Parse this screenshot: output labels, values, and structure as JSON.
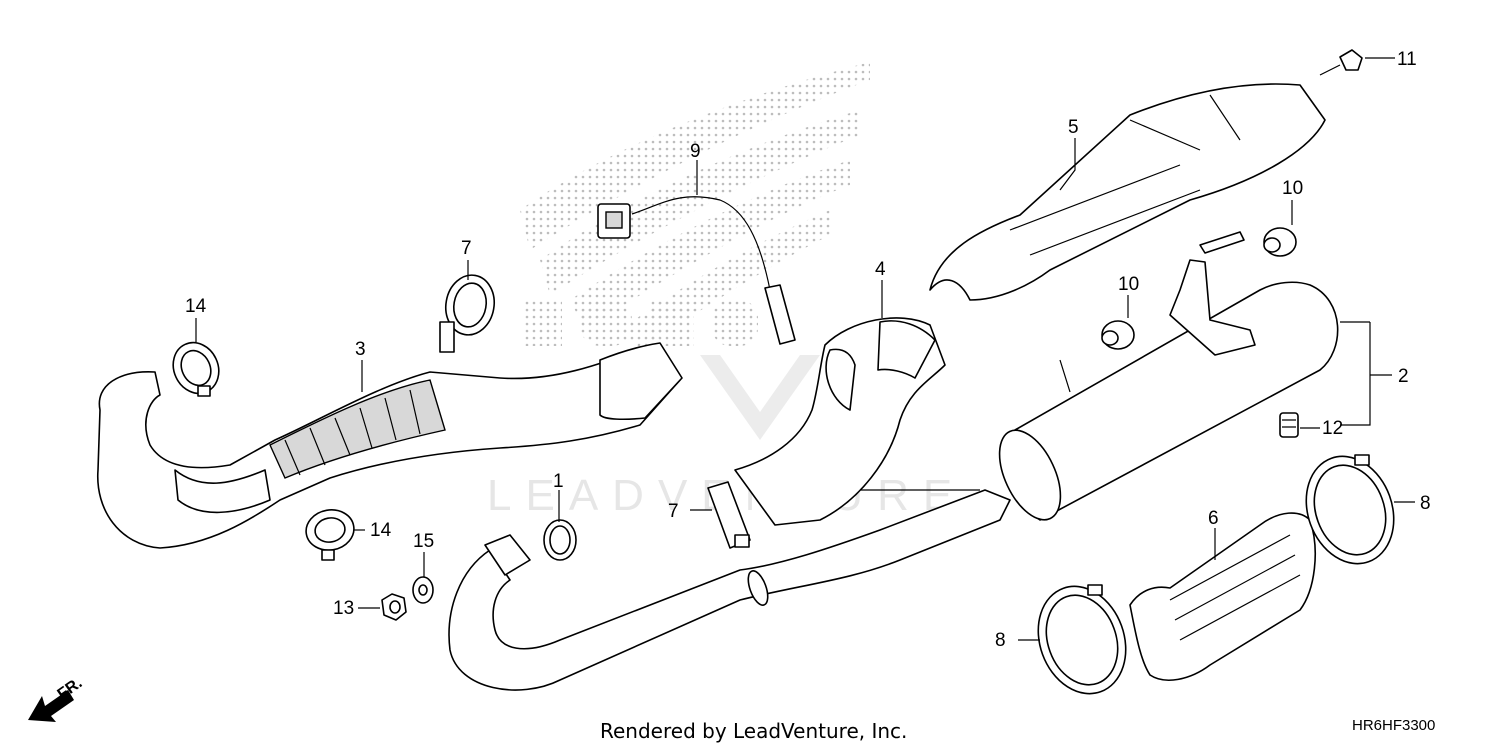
{
  "diagram": {
    "footer_text": "Rendered by LeadVenture, Inc.",
    "diagram_code": "HR6HF3300",
    "direction_label": "FR.",
    "watermark_text": "LEADVENTURE",
    "colors": {
      "line": "#000000",
      "background": "#ffffff",
      "watermark": "#e6e6e6",
      "dot_pattern": "#bdbdbd"
    },
    "callouts": [
      {
        "id": "c1",
        "label": "1"
      },
      {
        "id": "c2",
        "label": "2"
      },
      {
        "id": "c3",
        "label": "3"
      },
      {
        "id": "c4",
        "label": "4"
      },
      {
        "id": "c5",
        "label": "5"
      },
      {
        "id": "c6",
        "label": "6"
      },
      {
        "id": "c7a",
        "label": "7"
      },
      {
        "id": "c7b",
        "label": "7"
      },
      {
        "id": "c8a",
        "label": "8"
      },
      {
        "id": "c8b",
        "label": "8"
      },
      {
        "id": "c9",
        "label": "9"
      },
      {
        "id": "c10a",
        "label": "10"
      },
      {
        "id": "c10b",
        "label": "10"
      },
      {
        "id": "c11",
        "label": "11"
      },
      {
        "id": "c12",
        "label": "12"
      },
      {
        "id": "c13",
        "label": "13"
      },
      {
        "id": "c14a",
        "label": "14"
      },
      {
        "id": "c14b",
        "label": "14"
      },
      {
        "id": "c15",
        "label": "15"
      }
    ]
  }
}
